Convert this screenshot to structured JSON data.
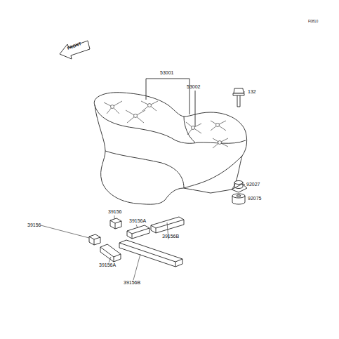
{
  "diagram": {
    "labels": [
      "FRONT",
      "F0810",
      "53001",
      "53002",
      "132",
      "92027",
      "92075",
      "39156",
      "39156",
      "39156A",
      "39156B",
      "39156A",
      "39156B"
    ]
  }
}
